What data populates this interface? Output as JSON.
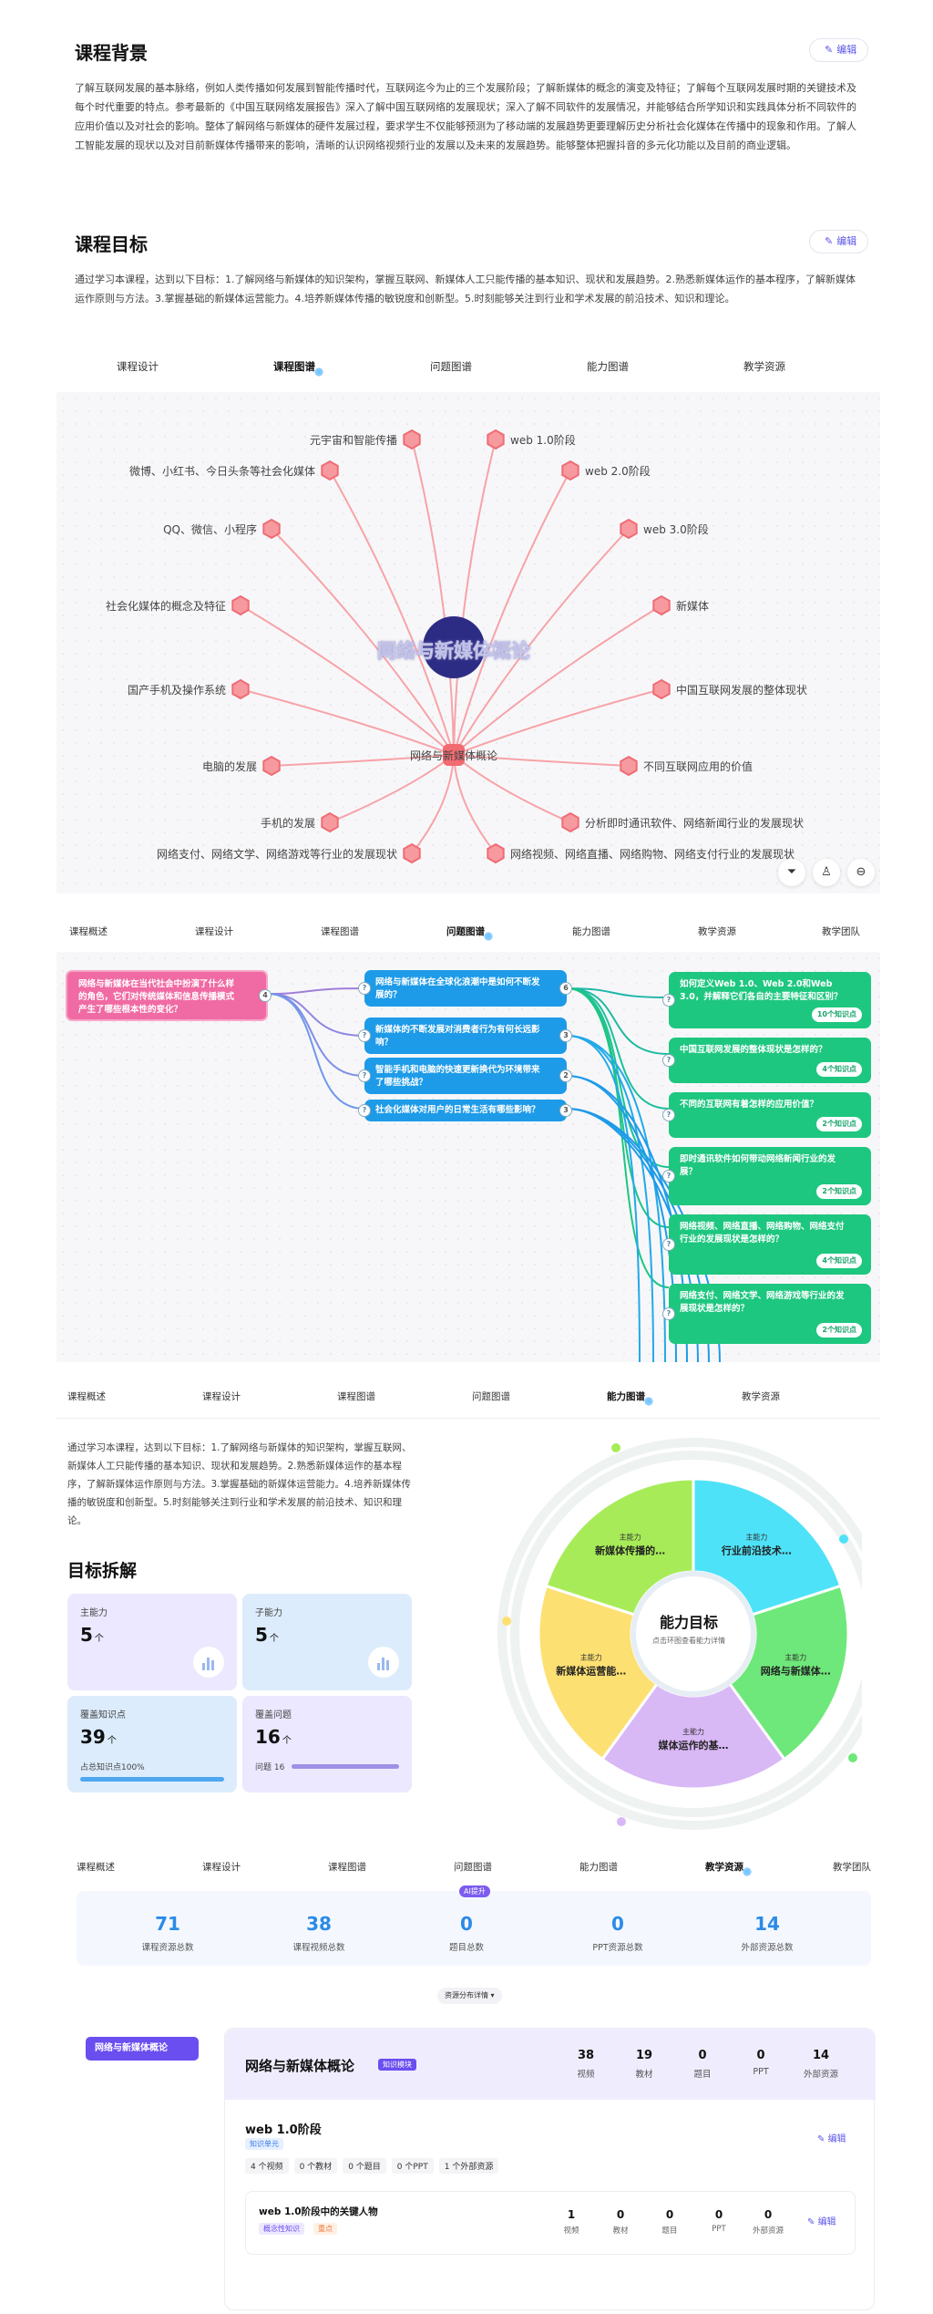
{
  "background": {
    "title": "课程背景",
    "edit": "编辑",
    "text": "了解互联网发展的基本脉络，例如人类传播如何发展到智能传播时代，互联网迄今为止的三个发展阶段；了解新媒体的概念的演变及特征；了解每个互联网发展时期的关键技术及每个时代重要的特点。参考最新的《中国互联网络发展报告》深入了解中国互联网络的发展现状；深入了解不同软件的发展情况，并能够结合所学知识和实践具体分析不同软件的应用价值以及对社会的影响。整体了解网络与新媒体的硬件发展过程，要求学生不仅能够预测为了移动端的发展趋势更要理解历史分析社会化媒体在传播中的现象和作用。了解人工智能发展的现状以及对目前新媒体传播带来的影响，清晰的认识网络视频行业的发展以及未来的发展趋势。能够整体把握抖音的多元化功能以及目前的商业逻辑。"
  },
  "goals": {
    "title": "课程目标",
    "edit": "编辑",
    "text": "通过学习本课程，达到以下目标：1.了解网络与新媒体的知识架构，掌握互联网、新媒体人工只能传播的基本知识、现状和发展趋势。2.熟悉新媒体运作的基本程序，了解新媒体运作原则与方法。3.掌握基础的新媒体运营能力。4.培养新媒体传播的敏锐度和创新型。5.时刻能够关注到行业和学术发展的前沿技术、知识和理论。"
  },
  "tabs1": [
    "课程设计",
    "课程图谱",
    "问题图谱",
    "能力图谱",
    "教学资源"
  ],
  "graph": {
    "center": "网络与新媒体概论",
    "hub": "网络与新媒体概论",
    "nodes": [
      "元宇宙和智能传播",
      "web 1.0阶段",
      "微博、小红书、今日头条等社会化媒体",
      "web 2.0阶段",
      "QQ、微信、小程序",
      "web 3.0阶段",
      "社会化媒体的概念及特征",
      "新媒体",
      "国产手机及操作系统",
      "中国互联网发展的整体现状",
      "电脑的发展",
      "不同互联网应用的价值",
      "手机的发展",
      "分析即时通讯软件、网络新闻行业的发展现状",
      "网络支付、网络文学、网络游戏等行业的发展现状",
      "网络视频、网络直播、网络购物、网络支付行业的发展现状"
    ],
    "controls": [
      "filter-icon",
      "person-icon",
      "minus-icon"
    ]
  },
  "tabs2": [
    "课程概述",
    "课程设计",
    "课程图谱",
    "问题图谱",
    "能力图谱",
    "教学资源",
    "教学团队"
  ],
  "mindmap": {
    "root": "网络与新媒体在当代社会中扮演了什么样的角色，它们对传统媒体和信息传播模式产生了哪些根本性的变化？",
    "root_count": "4",
    "level2": [
      {
        "text": "网络与新媒体在全球化浪潮中是如何不断发展的？",
        "count": "6"
      },
      {
        "text": "新媒体的不断发展对消费者行为有何长远影响？",
        "count": "3"
      },
      {
        "text": "智能手机和电脑的快速更新换代为环境带来了哪些挑战？",
        "count": "2"
      },
      {
        "text": "社会化媒体对用户的日常生活有哪些影响？",
        "count": "3"
      }
    ],
    "level3": [
      {
        "text": "如何定义Web 1.0、Web 2.0和Web 3.0，并解释它们各自的主要特征和区别？",
        "pill": "10个知识点"
      },
      {
        "text": "中国互联网发展的整体现状是怎样的？",
        "pill": "4个知识点"
      },
      {
        "text": "不同的互联网有着怎样的应用价值？",
        "pill": "2个知识点"
      },
      {
        "text": "即时通讯软件如何带动网络新闻行业的发展？",
        "pill": "2个知识点"
      },
      {
        "text": "网络视频、网络直播、网络购物、网络支付行业的发展现状是怎样的？",
        "pill": "4个知识点"
      },
      {
        "text": "网络支付、网络文学、网络游戏等行业的发展现状是怎样的？",
        "pill": "2个知识点"
      }
    ]
  },
  "tabs3": [
    "课程概述",
    "课程设计",
    "课程图谱",
    "问题图谱",
    "能力图谱",
    "教学资源"
  ],
  "ability": {
    "text": "通过学习本课程，达到以下目标：1.了解网络与新媒体的知识架构，掌握互联网、新媒体人工只能传播的基本知识、现状和发展趋势。2.熟悉新媒体运作的基本程序，了解新媒体运作原则与方法。3.掌握基础的新媒体运营能力。4.培养新媒体传播的敏锐度和创新型。5.时刻能够关注到行业和学术发展的前沿技术、知识和理论。",
    "breakdown_title": "目标拆解",
    "cards": [
      {
        "label": "主能力",
        "value": "5",
        "unit": "个"
      },
      {
        "label": "子能力",
        "value": "5",
        "unit": "个"
      },
      {
        "label": "覆盖知识点",
        "value": "39",
        "unit": "个",
        "note": "占总知识点100%"
      },
      {
        "label": "覆盖问题",
        "value": "16",
        "unit": "个",
        "note": "问题 16"
      }
    ],
    "center_title": "能力目标",
    "center_sub": "点击环图查看能力详情",
    "slices": [
      {
        "tag": "主能力",
        "name": "行业前沿技术…",
        "color": "#4ee2f8",
        "value": 1
      },
      {
        "tag": "主能力",
        "name": "网络与新媒体…",
        "color": "#6ee87a",
        "value": 1
      },
      {
        "tag": "主能力",
        "name": "媒体运作的基…",
        "color": "#d9b8f6",
        "value": 1
      },
      {
        "tag": "主能力",
        "name": "新媒体运营能…",
        "color": "#fde072",
        "value": 1
      },
      {
        "tag": "主能力",
        "name": "新媒体传播的…",
        "color": "#a7ec58",
        "value": 1
      }
    ]
  },
  "tabs4": [
    "课程概述",
    "课程设计",
    "课程图谱",
    "问题图谱",
    "能力图谱",
    "教学资源",
    "教学团队"
  ],
  "resources": {
    "badge": "AI提升",
    "stats": [
      {
        "value": "71",
        "label": "课程资源总数"
      },
      {
        "value": "38",
        "label": "课程视频总数"
      },
      {
        "value": "0",
        "label": "题目总数"
      },
      {
        "value": "0",
        "label": "PPT资源总数"
      },
      {
        "value": "14",
        "label": "外部资源总数"
      }
    ],
    "dropdown": "资源分布详情",
    "side_item": "网络与新媒体概论",
    "course": {
      "title": "网络与新媒体概论",
      "tag": "知识模块",
      "metrics": [
        {
          "value": "38",
          "label": "视频"
        },
        {
          "value": "19",
          "label": "教材"
        },
        {
          "value": "0",
          "label": "题目"
        },
        {
          "value": "0",
          "label": "PPT"
        },
        {
          "value": "14",
          "label": "外部资源"
        }
      ]
    },
    "unit": {
      "title": "web 1.0阶段",
      "tag": "知识单元",
      "edit": "编辑",
      "chips": [
        "4 个视频",
        "0 个教材",
        "0 个题目",
        "0 个PPT",
        "1 个外部资源"
      ]
    },
    "point": {
      "title": "web 1.0阶段中的关键人物",
      "tags": [
        "概念性知识",
        "重点"
      ],
      "edit": "编辑",
      "metrics": [
        {
          "value": "1",
          "label": "视频"
        },
        {
          "value": "0",
          "label": "教材"
        },
        {
          "value": "0",
          "label": "题目"
        },
        {
          "value": "0",
          "label": "PPT"
        },
        {
          "value": "0",
          "label": "外部资源"
        }
      ]
    }
  }
}
